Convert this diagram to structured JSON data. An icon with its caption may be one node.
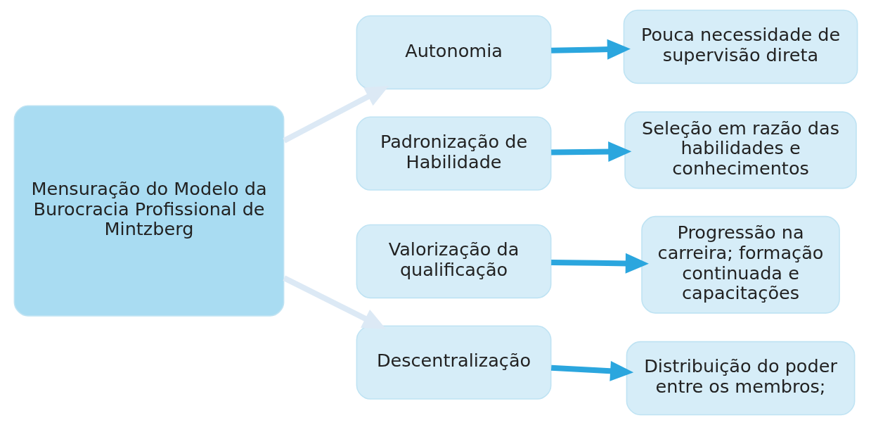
{
  "diagram": {
    "nodes": [
      {
        "text": [
          "Mensuração do Modelo da Burocracia Profissional de Mintzberg"
        ]
      },
      {
        "text": [
          "Autonomia"
        ]
      },
      {
        "text": [
          "Padronização de Habilidade"
        ]
      },
      {
        "text": [
          "Valorização da qualificação"
        ]
      },
      {
        "text": [
          "Descentralização"
        ]
      },
      {
        "text": [
          "Pouca necessidade de supervisão direta"
        ]
      },
      {
        "text": [
          "Seleção em razão das habilidades e conhecimentos"
        ]
      },
      {
        "text": [
          "Progressão na carreira; formação continuada e capacitações"
        ]
      },
      {
        "text": [
          "Distribuição do poder entre os membros;"
        ]
      }
    ],
    "edges": [
      {
        "from": 0,
        "to": 1,
        "arrow": "to",
        "color": "#dce9f5"
      },
      {
        "from": 0,
        "to": 4,
        "arrow": "to",
        "color": "#dce9f5"
      },
      {
        "from": 1,
        "to": 5,
        "arrow": "to"
      },
      {
        "from": 2,
        "to": 6,
        "arrow": "to"
      },
      {
        "from": 3,
        "to": 7,
        "arrow": "to"
      },
      {
        "from": 4,
        "to": 8,
        "arrow": "to"
      }
    ]
  }
}
